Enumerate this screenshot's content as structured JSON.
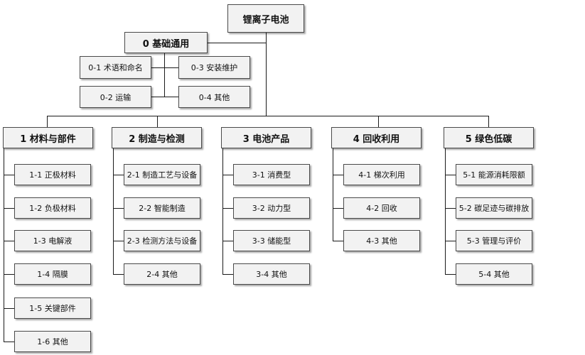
{
  "root": {
    "label": "锂离子电池"
  },
  "foundation": {
    "label": "0 基础通用",
    "items": [
      {
        "label": "0-1 术语和命名"
      },
      {
        "label": "0-3 安装维护"
      },
      {
        "label": "0-2 运输"
      },
      {
        "label": "0-4 其他"
      }
    ]
  },
  "branches": [
    {
      "label": "1 材料与部件",
      "children": [
        {
          "label": "1-1 正极材料"
        },
        {
          "label": "1-2 负极材料"
        },
        {
          "label": "1-3 电解液"
        },
        {
          "label": "1-4 隔膜"
        },
        {
          "label": "1-5 关键部件"
        },
        {
          "label": "1-6 其他"
        }
      ]
    },
    {
      "label": "2 制造与检测",
      "children": [
        {
          "label": "2-1 制造工艺与设备"
        },
        {
          "label": "2-2 智能制造"
        },
        {
          "label": "2-3 检测方法与设备"
        },
        {
          "label": "2-4 其他"
        }
      ]
    },
    {
      "label": "3 电池产品",
      "children": [
        {
          "label": "3-1 消费型"
        },
        {
          "label": "3-2 动力型"
        },
        {
          "label": "3-3 储能型"
        },
        {
          "label": "3-4 其他"
        }
      ]
    },
    {
      "label": "4 回收利用",
      "children": [
        {
          "label": "4-1 梯次利用"
        },
        {
          "label": "4-2 回收"
        },
        {
          "label": "4-3 其他"
        }
      ]
    },
    {
      "label": "5 绿色低碳",
      "children": [
        {
          "label": "5-1 能源消耗限额"
        },
        {
          "label": "5-2 碳足迹与碳排放"
        },
        {
          "label": "5-3 管理与评价"
        },
        {
          "label": "5-4 其他"
        }
      ]
    }
  ]
}
